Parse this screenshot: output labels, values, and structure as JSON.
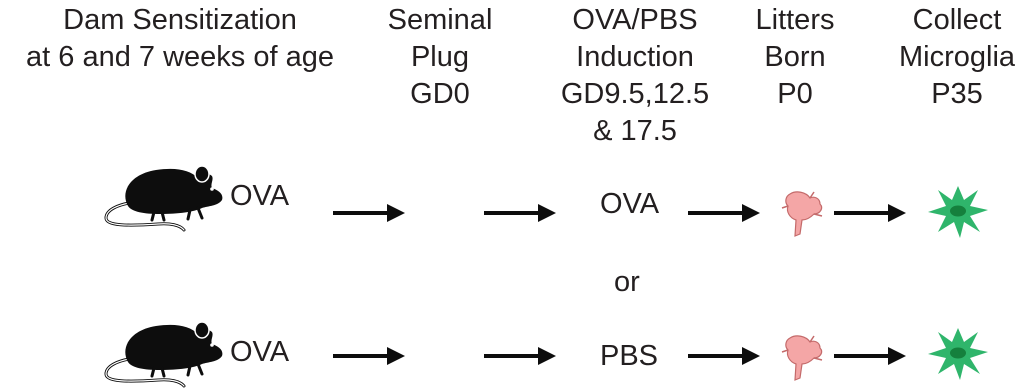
{
  "headers": [
    {
      "lines": [
        "Dam Sensitization",
        "at 6 and 7 weeks of age"
      ]
    },
    {
      "lines": [
        "Seminal",
        "Plug",
        "GD0"
      ]
    },
    {
      "lines": [
        "OVA/PBS",
        "Induction",
        "GD9.5,12.5",
        "& 17.5"
      ]
    },
    {
      "lines": [
        "Litters",
        "Born",
        "P0"
      ]
    },
    {
      "lines": [
        "Collect",
        "Microglia",
        "P35"
      ]
    }
  ],
  "row1": {
    "sensitization": "OVA",
    "induction": "OVA"
  },
  "separator": "or",
  "row2": {
    "sensitization": "OVA",
    "induction": "PBS"
  },
  "colors": {
    "text": "#231f20",
    "mouse": "#0d0d0d",
    "pup": "#f4a6a6",
    "pup_outline": "#c46a6a",
    "microglia": "#2fb56b",
    "microglia_core": "#15803d"
  },
  "icons": [
    "adult-mouse-icon",
    "pup-icon",
    "microglia-icon",
    "arrow-icon"
  ]
}
